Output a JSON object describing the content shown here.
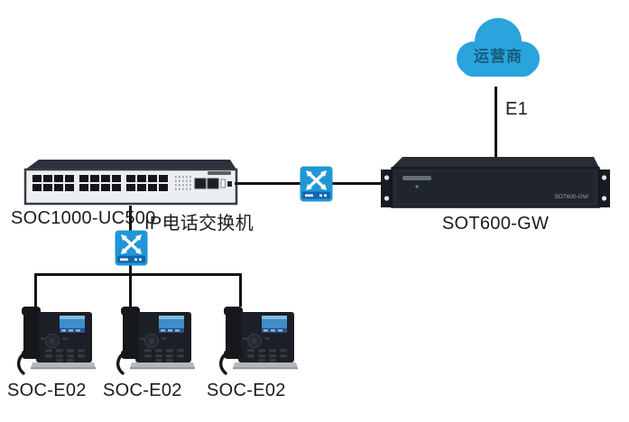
{
  "diagram": {
    "cloud": {
      "label": "运营商"
    },
    "e1_link": {
      "label": "E1"
    },
    "pbx": {
      "model": "SOC1000-UC500",
      "type_label": "IP电话交换机"
    },
    "gateway": {
      "model": "SOT600-GW",
      "panel_text": "SOT600-GW"
    },
    "phones": [
      {
        "label": "SOC-E02"
      },
      {
        "label": "SOC-E02"
      },
      {
        "label": "SOC-E02"
      }
    ],
    "colors": {
      "cloud_fill": "#2BA3DC",
      "cloud_text": "#175C7D",
      "switch_fill": "#2196D6",
      "switch_strip": "#1065AD",
      "line": "#141414",
      "label": "#1c1c1c"
    }
  }
}
